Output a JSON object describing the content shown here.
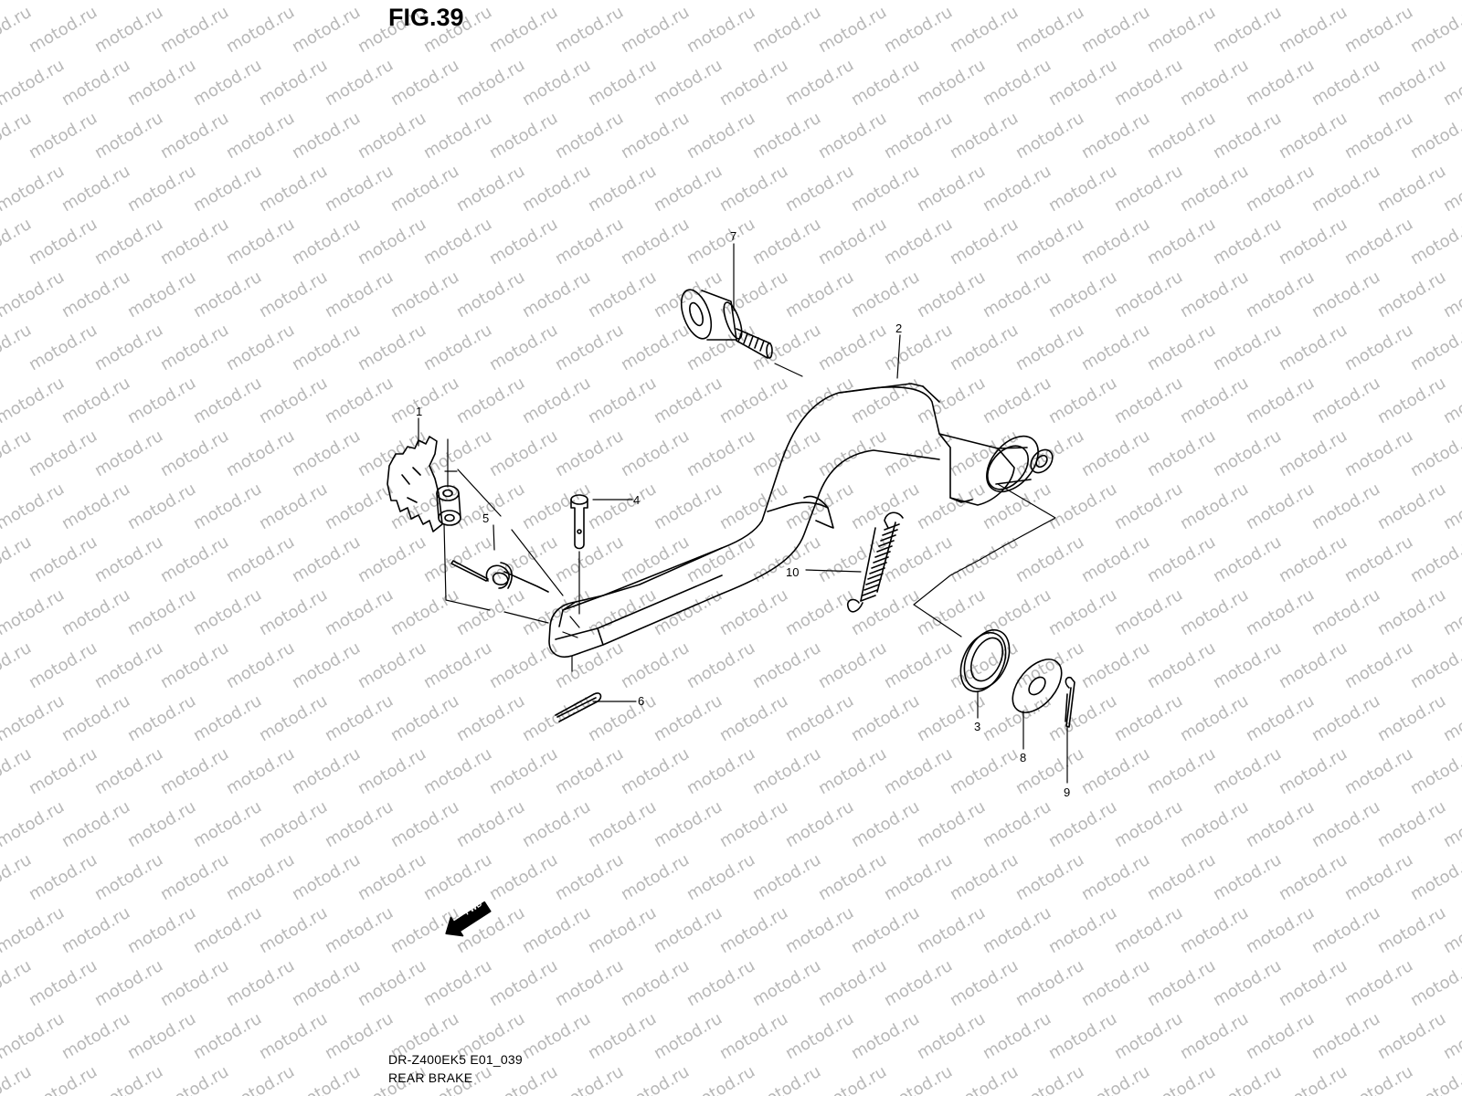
{
  "figure": {
    "title": "FIG.39",
    "model_code": "DR-Z400EK5 E01_039",
    "caption": "REAR BRAKE",
    "watermark": "motod.ru",
    "direction_label": "FWD"
  },
  "callouts": [
    "1",
    "2",
    "3",
    "4",
    "5",
    "6",
    "7",
    "8",
    "9",
    "10"
  ],
  "colors": {
    "ink": "#000000",
    "watermark": "#b8b8b8",
    "background": "#ffffff"
  }
}
